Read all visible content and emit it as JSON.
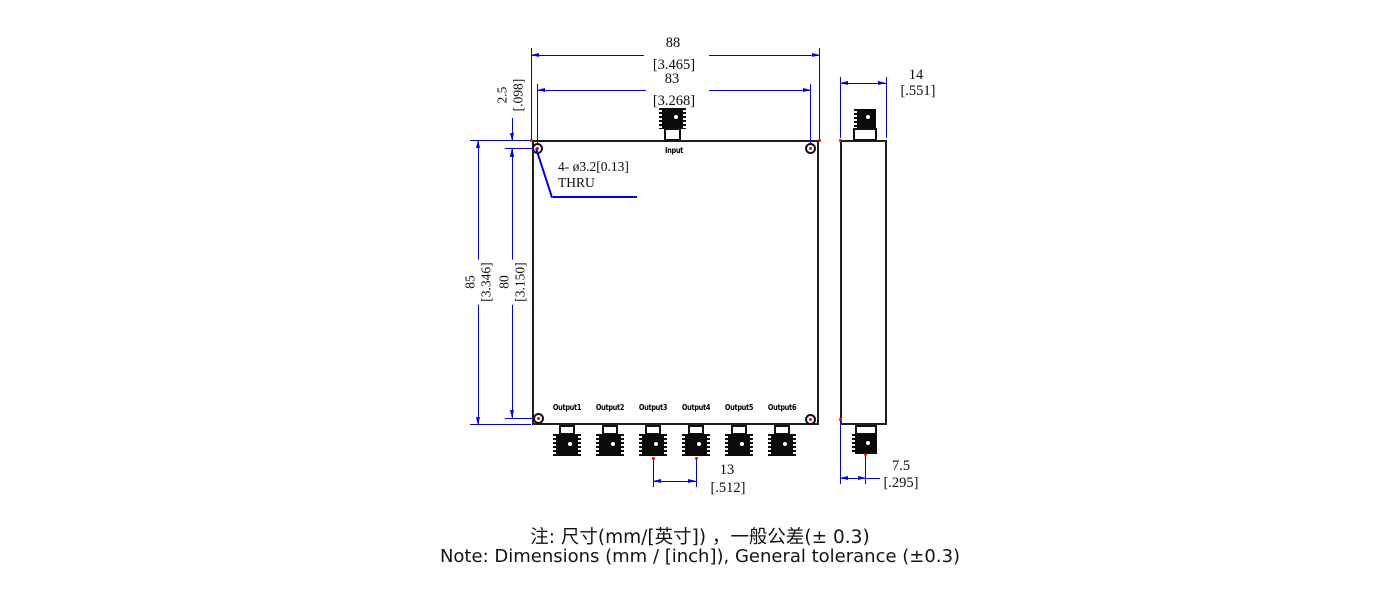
{
  "front_view": {
    "input_label": "Input",
    "output_labels": [
      "Output1",
      "Output2",
      "Output3",
      "Output4",
      "Output5",
      "Output6"
    ],
    "hole_callout": {
      "line1": "4- ø3.2[0.13]",
      "line2": "THRU"
    }
  },
  "dimensions": {
    "body_width": {
      "mm": "88",
      "inch": "[3.465]"
    },
    "mount_hole_span_h": {
      "mm": "83",
      "inch": "[3.268]"
    },
    "hole_edge_offset": {
      "mm": "2.5",
      "inch": "[.098]"
    },
    "body_height": {
      "mm": "85",
      "inch": "[3.346]"
    },
    "mount_hole_span_v": {
      "mm": "80",
      "inch": "[3.150]"
    },
    "output_pitch": {
      "mm": "13",
      "inch": "[.512]"
    },
    "body_depth": {
      "mm": "14",
      "inch": "[.551]"
    },
    "connector_offset": {
      "mm": "7.5",
      "inch": "[.295]"
    }
  },
  "notes": {
    "zh": "注: 尺寸(mm/[英寸]) ，一般公差(± 0.3)",
    "en": "Note: Dimensions (mm / [inch]), General tolerance (±0.3)"
  },
  "colors": {
    "dimension": "#0000e8",
    "outline": "#1f1f1f",
    "snap_marker": "#ff0000"
  }
}
